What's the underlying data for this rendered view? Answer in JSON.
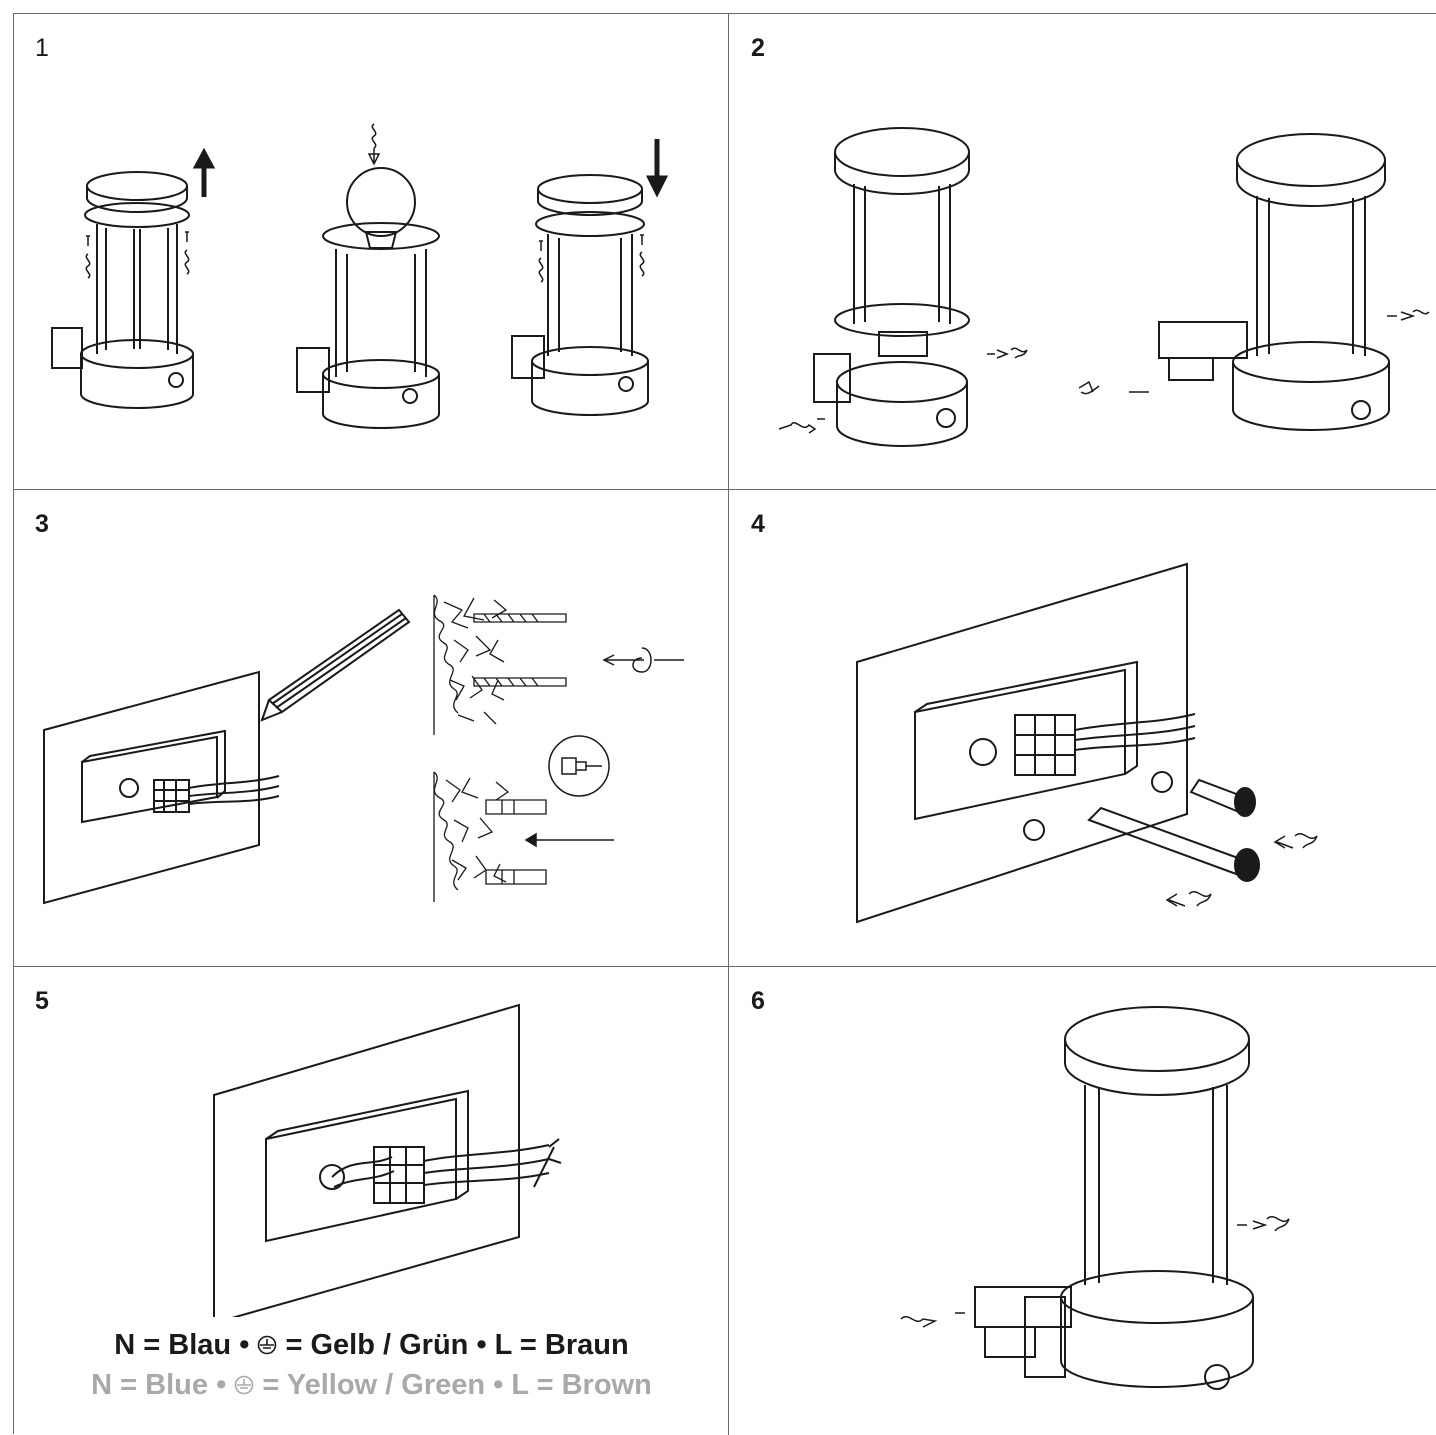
{
  "steps": [
    {
      "number": "1"
    },
    {
      "number": "2"
    },
    {
      "number": "3"
    },
    {
      "number": "4"
    },
    {
      "number": "5"
    },
    {
      "number": "6"
    }
  ],
  "legend": {
    "de": {
      "n": "N = Blau",
      "sep1": "•",
      "earth": "= Gelb / Grün",
      "sep2": "•",
      "l": "L = Braun"
    },
    "en": {
      "n": "N = Blue",
      "sep1": "•",
      "earth": "= Yellow / Green",
      "sep2": "•",
      "l": "L = Brown"
    }
  },
  "icons": [
    "earth-ground-icon",
    "screw-rotate-icon",
    "arrow-up-icon",
    "arrow-down-icon",
    "drill-rotate-icon",
    "dowel-icon",
    "pencil-icon"
  ],
  "colors": {
    "line": "#1a1a1a",
    "legend_en": "#a9a9a9"
  }
}
